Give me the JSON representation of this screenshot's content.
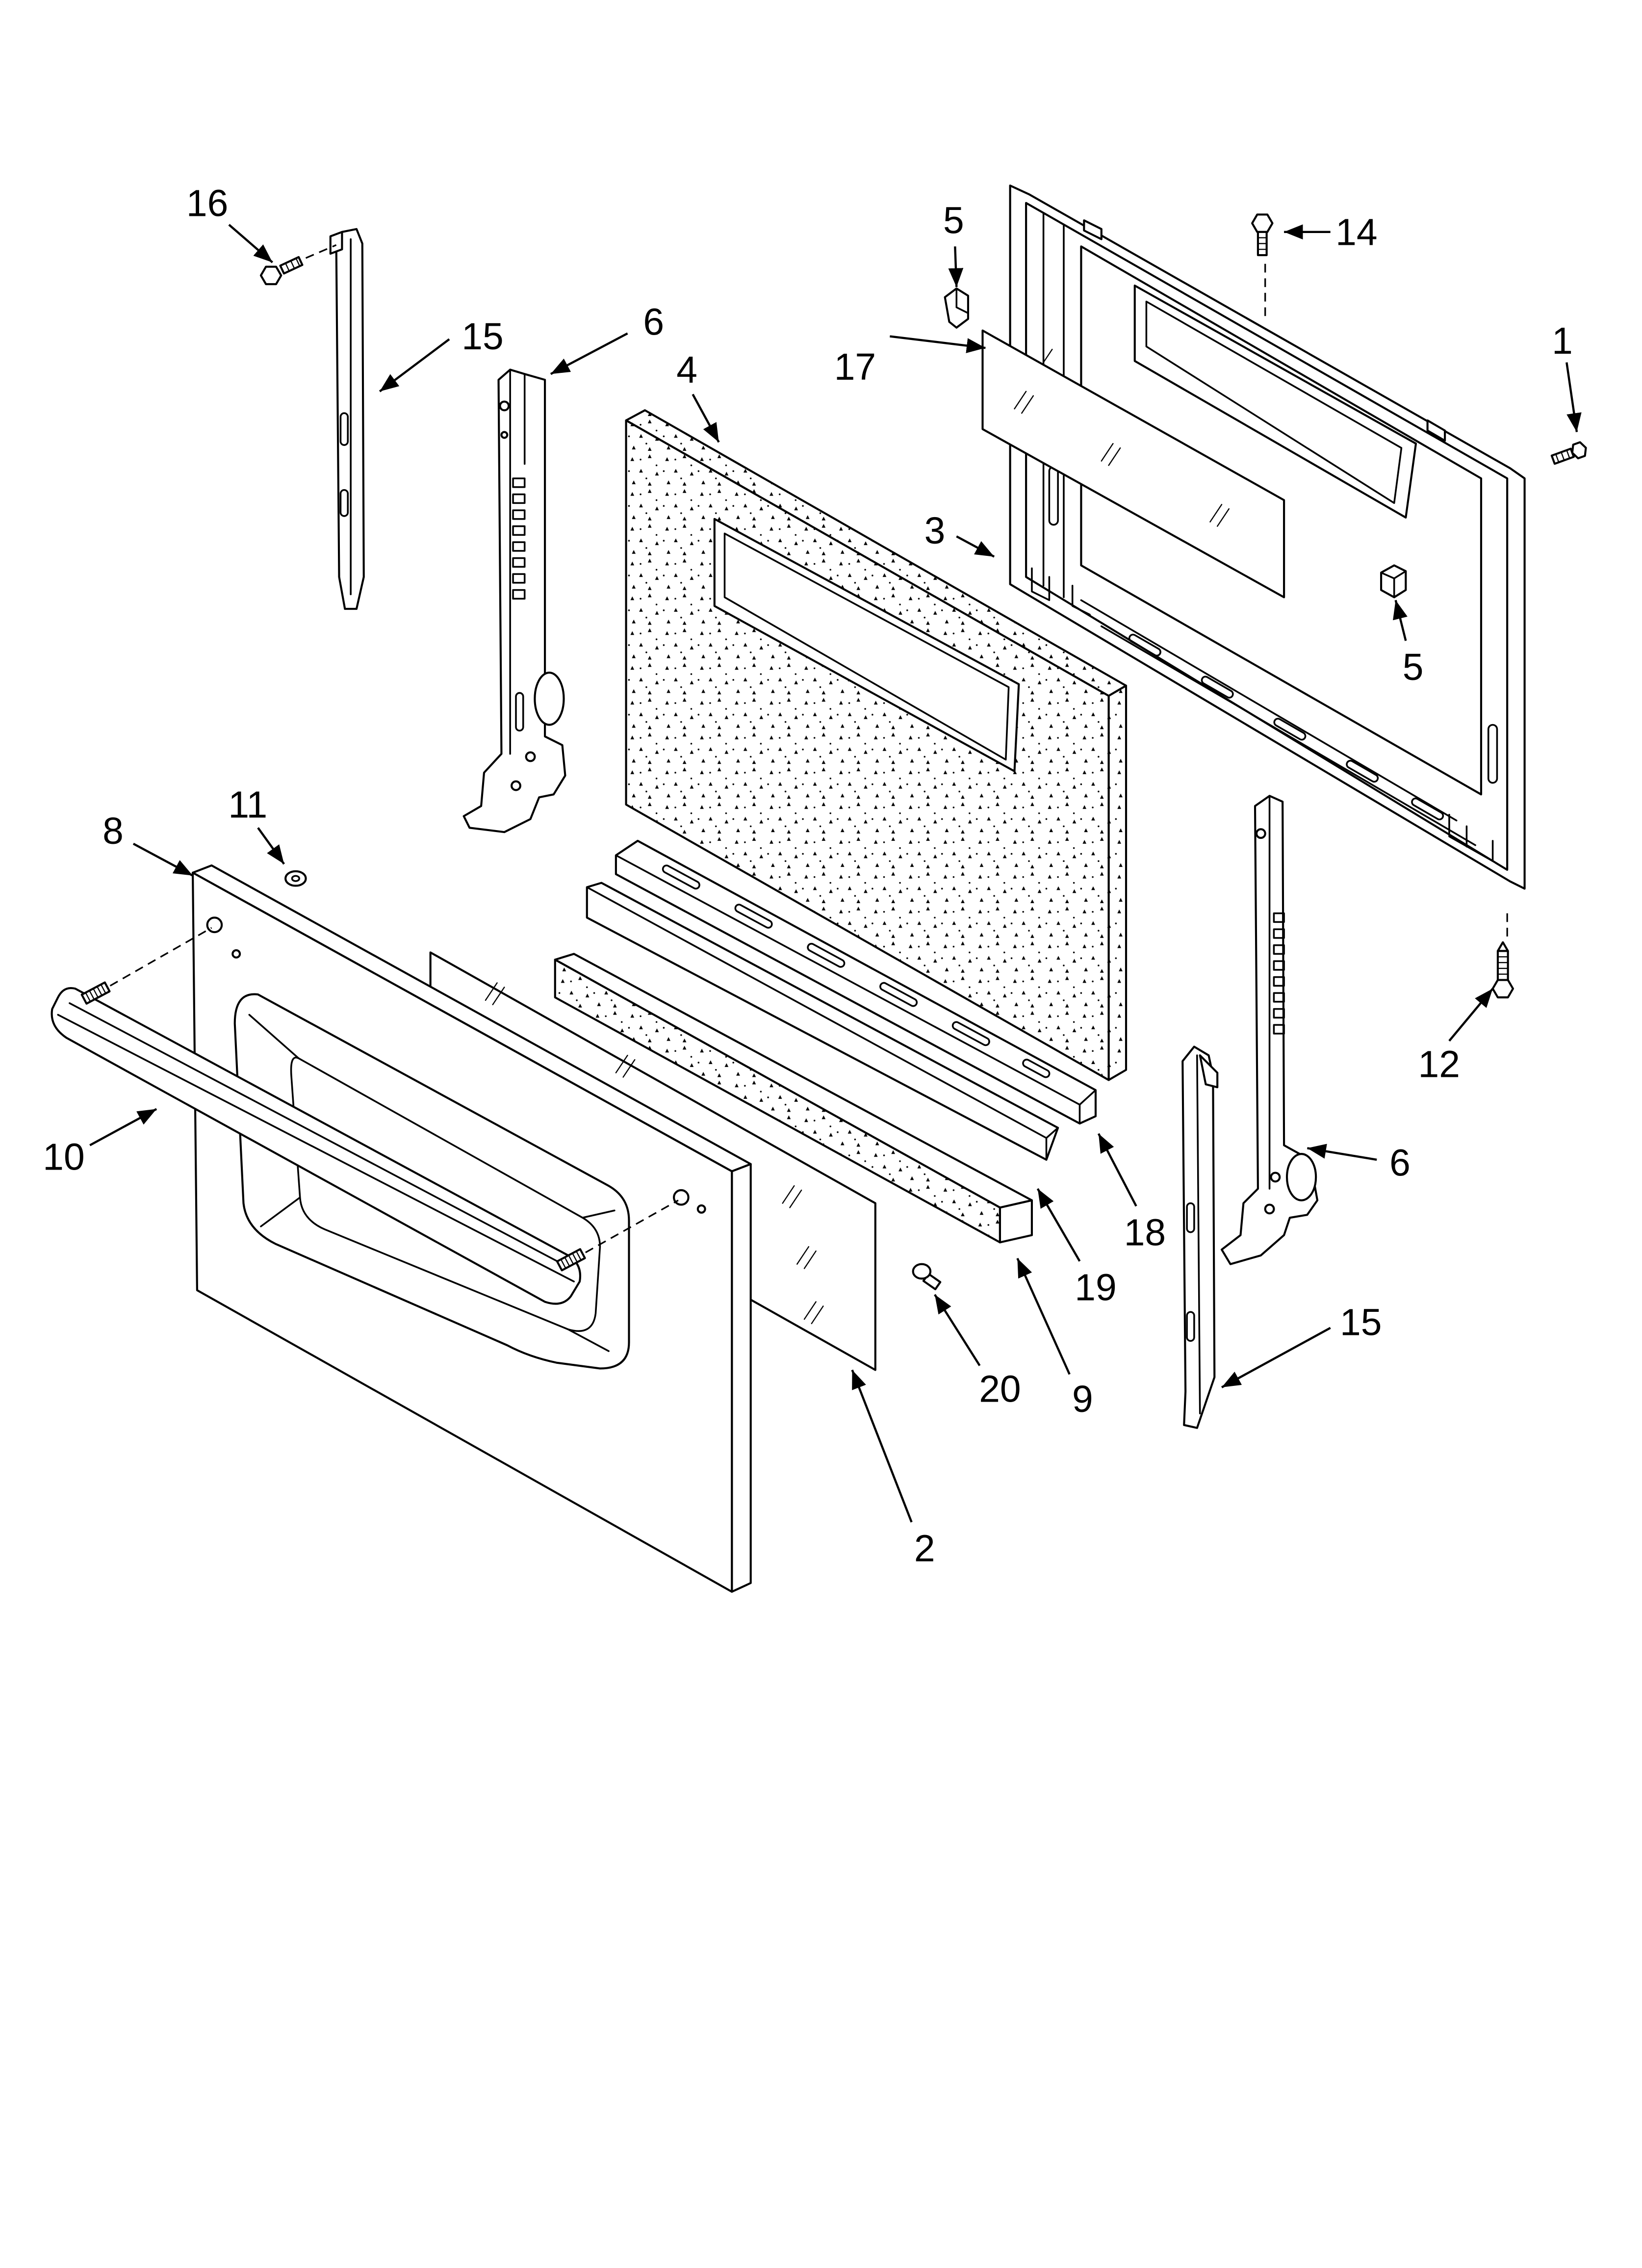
{
  "callouts": [
    "16",
    "15",
    "6",
    "4",
    "5",
    "17",
    "14",
    "1",
    "3",
    "5",
    "8",
    "11",
    "10",
    "2",
    "20",
    "9",
    "19",
    "18",
    "12",
    "6",
    "15"
  ]
}
